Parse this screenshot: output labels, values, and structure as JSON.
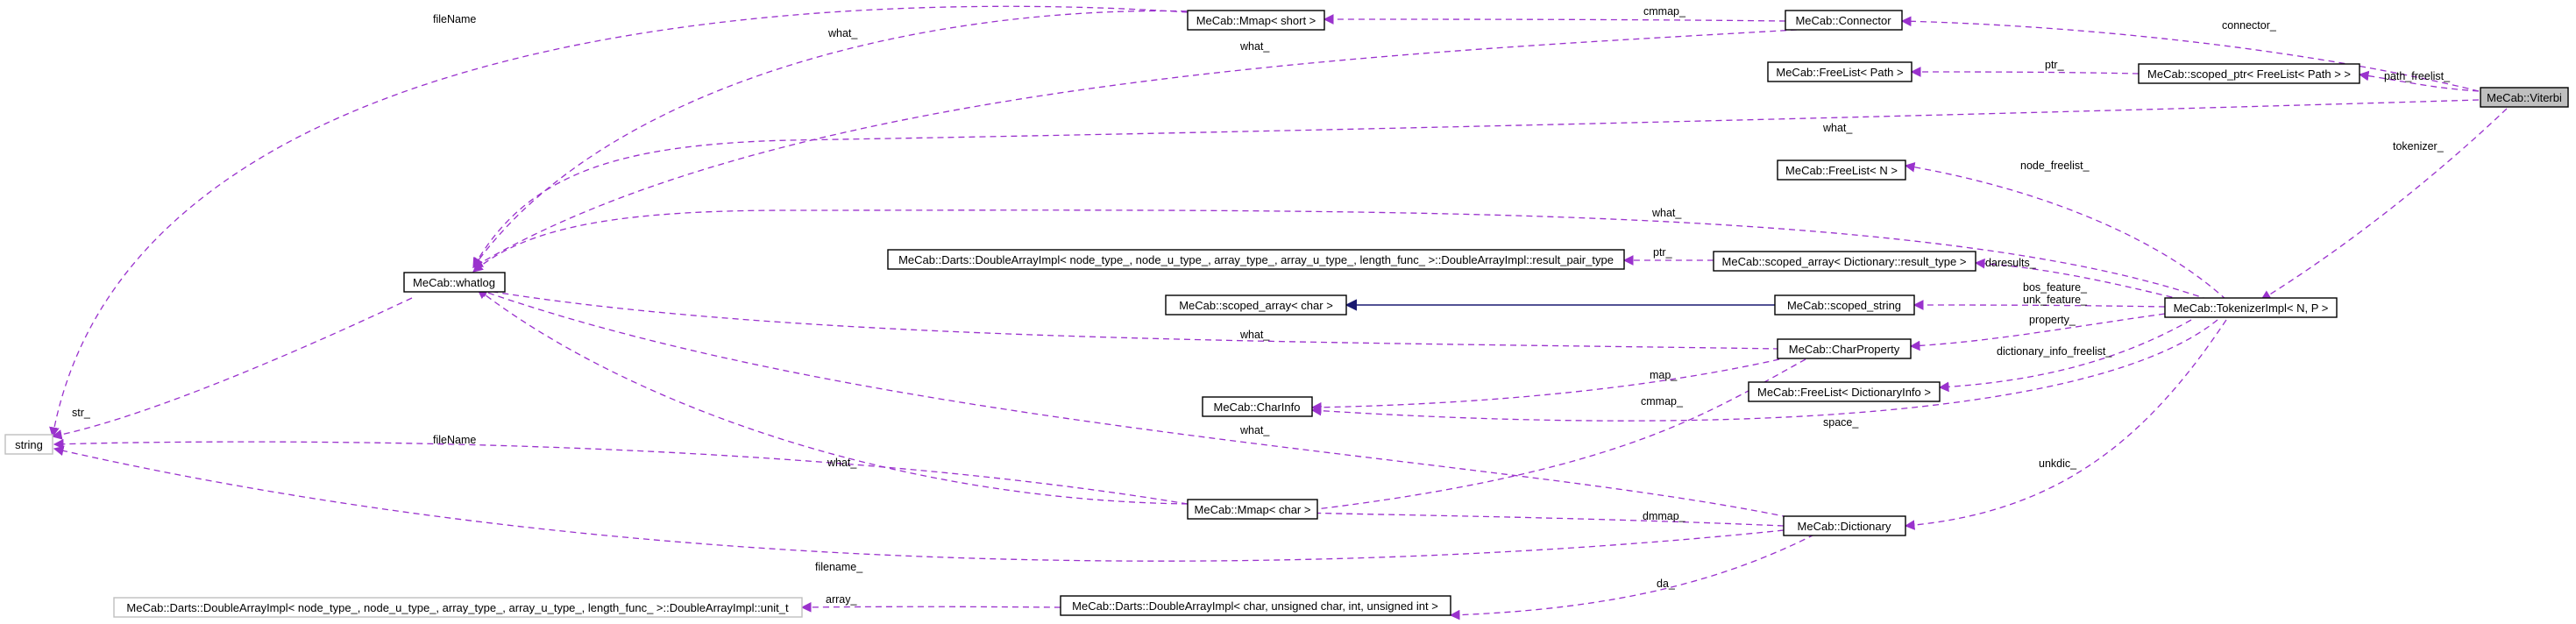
{
  "nodes": {
    "viterbi": "MeCab::Viterbi",
    "connector": "MeCab::Connector",
    "mmap_short": "MeCab::Mmap< short >",
    "whatlog": "MeCab::whatlog",
    "string": "string",
    "freelist_path": "MeCab::FreeList< Path >",
    "scoped_ptr_freelist_path": "MeCab::scoped_ptr< FreeList< Path > >",
    "freelist_n": "MeCab::FreeList< N >",
    "tokenizer_impl": "MeCab::TokenizerImpl< N, P >",
    "darts_result_pair": "MeCab::Darts::DoubleArrayImpl< node_type_, node_u_type_, array_type_, array_u_type_, length_func_ >::DoubleArrayImpl::result_pair_type",
    "scoped_array_result": "MeCab::scoped_array< Dictionary::result_type >",
    "scoped_array_char": "MeCab::scoped_array< char >",
    "scoped_string": "MeCab::scoped_string",
    "char_property": "MeCab::CharProperty",
    "char_info": "MeCab::CharInfo",
    "freelist_dicinfo": "MeCab::FreeList< DictionaryInfo >",
    "mmap_char": "MeCab::Mmap< char >",
    "dictionary": "MeCab::Dictionary",
    "darts_unit": "MeCab::Darts::DoubleArrayImpl< node_type_, node_u_type_, array_type_, array_u_type_, length_func_ >::DoubleArrayImpl::unit_t",
    "darts_char": "MeCab::Darts::DoubleArrayImpl< char, unsigned char, int, unsigned int >"
  },
  "edges": {
    "connector": "connector_",
    "cmmap_top": "cmmap_",
    "what_connector": "what_",
    "what_mmap_short": "what_",
    "filename_top": "fileName",
    "ptr_path": "ptr_",
    "path_freelist": "path_freelist_",
    "what_viterbi": "what_",
    "tokenizer": "tokenizer_",
    "node_freelist": "node_freelist_",
    "what_tokenizer": "what_",
    "ptr_result": "ptr_",
    "daresults": "daresults_",
    "bos_feature": "bos_feature_",
    "unk_feature": "unk_feature_",
    "property": "property_",
    "what_charprop": "what_",
    "dictionary_info_freelist": "dictionary_info_freelist_",
    "map": "map_",
    "cmmap_mid": "cmmap_",
    "space": "space_",
    "what_dictionary": "what_",
    "str": "str_",
    "filename_mid": "fileName",
    "what_mmap_char": "what_",
    "dmmap": "dmmap_",
    "unkdic": "unkdic_",
    "filename_dic": "filename_",
    "da": "da_",
    "array": "array_"
  },
  "colors": {
    "usage_edge": "#9a32cd",
    "inheritance_edge": "#191970",
    "current_node_fill": "#bfbfbf"
  }
}
